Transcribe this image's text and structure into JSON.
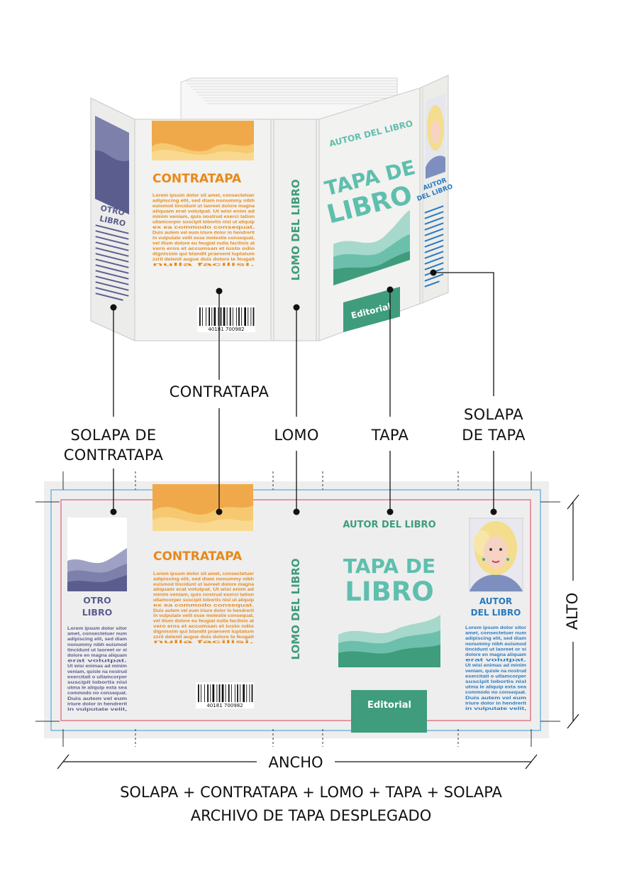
{
  "colors": {
    "orange": "#e8891a",
    "teal": "#5fbfae",
    "green_panel": "#3f9c7d",
    "purple": "#5b5d8f",
    "blue_text": "#2979c0",
    "trim_red": "#e05a7b",
    "bleed_blue": "#55a8dc",
    "sheet_gray": "#eeeeee",
    "cover_white": "#f2f2f0"
  },
  "book": {
    "back_title": "CONTRATAPA",
    "spine_title": "LOMO DEL LIBRO",
    "front_author": "AUTOR DEL LIBRO",
    "front_title_line1": "TAPA DE",
    "front_title_line2": "LIBRO",
    "publisher": "Editorial",
    "back_flap_title_line1": "OTRO",
    "back_flap_title_line2": "LIBRO",
    "front_flap_title_line1": "AUTOR",
    "front_flap_title_line2": "DEL LIBRO",
    "barcode_number": "40181 700982",
    "back_lorem": [
      "Lorem ipsum dolor sit amet, consectetuer",
      "adipiscing elit, sed diam nonummy nibh",
      "euismod tincidunt ut laoreet dolore magna",
      "aliquam erat volutpat. Ut wisi enim ad",
      "minim veniam, quis nostrud exerci tation",
      "ullamcorper suscipit lobortis nisl ut aliquip",
      "ex ea commodo consequat.",
      "Duis autem vel eum iriure dolor in hendrerit",
      "in vulputate velit esse molestie consequat,",
      "vel illum dolore eu feugiat nulla facilisis at",
      "vero eros et accumsan et iusto odio",
      "dignissim qui blandit praesent luptatum",
      "zzril delenit augue duis dolore te feugait",
      "nulla facilisi."
    ],
    "flap_lorem": [
      "Lorem ipsum dolor sitor",
      "amet, consectetuer num",
      "adipiscing elit, sed diam",
      "nonummy nibh euismod",
      "tincidunt ut laoreet or si",
      "dolore en magna aliquam",
      "erat volutpat.",
      "Ut wisi enimas ad minim",
      "veniam, quisle na nostrud",
      "exercitati o ullamcorper",
      "suscipit lobortis nisl",
      "utma le aliquip exta sea",
      "commodo no consequat.",
      "Duis autem vel eum",
      "iriure dolor in hendrerit",
      "in vulputate velit,"
    ]
  },
  "labels": {
    "contratapa": "CONTRATAPA",
    "solapa_contratapa_line1": "SOLAPA DE",
    "solapa_contratapa_line2": "CONTRATAPA",
    "lomo": "LOMO",
    "tapa": "TAPA",
    "solapa_tapa_line1": "SOLAPA",
    "solapa_tapa_line2": "DE TAPA",
    "alto": "ALTO",
    "ancho": "ANCHO"
  },
  "caption": {
    "line1": "SOLAPA + CONTRATAPA + LOMO + TAPA + SOLAPA",
    "line2": "ARCHIVO DE TAPA DESPLEGADO"
  }
}
